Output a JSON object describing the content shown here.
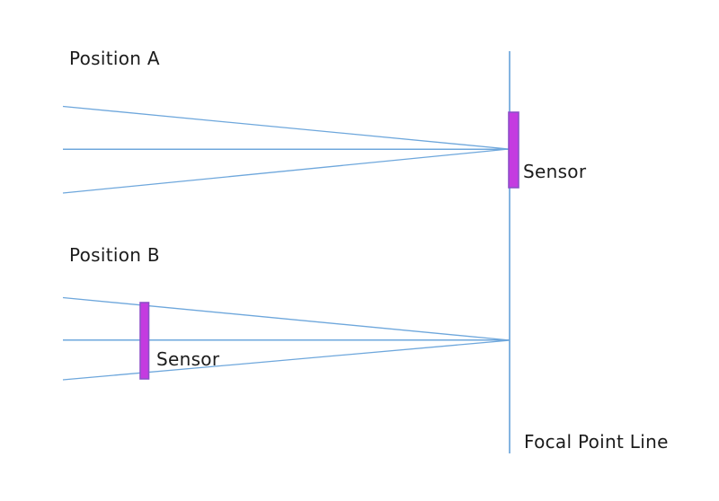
{
  "diagram": {
    "position_a": {
      "label": "Position A",
      "sensor_label": "Sensor",
      "description_note": "Three light rays converge to a point on the focal point line; sensor sits exactly on the focal point line"
    },
    "position_b": {
      "label": "Position B",
      "sensor_label": "Sensor",
      "description_note": "Three light rays converge to a point on the focal point line; sensor sits in front of the focal point, intercepting the unconverged cone"
    },
    "focal_line_label": "Focal Point Line"
  },
  "colors": {
    "ray": "#6EA7DC",
    "focal_line": "#6EA7DC",
    "sensor_fill": "#C43BE0",
    "sensor_border": "#8D50C8",
    "text": "#1C1C1C",
    "background": "#FFFFFF"
  }
}
